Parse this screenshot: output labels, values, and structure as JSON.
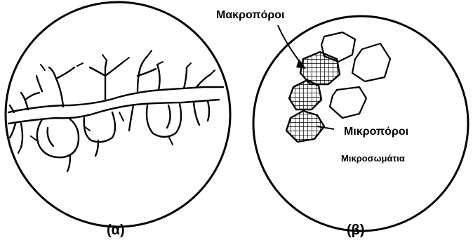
{
  "figure": {
    "left_panel": {
      "caption": "(α)"
    },
    "right_panel": {
      "caption": "(β)",
      "labels": {
        "macropores": "Μακροπόροι",
        "micropores": "Μικροπόροι",
        "microparticles": "Μικροσωμάτια"
      }
    }
  }
}
